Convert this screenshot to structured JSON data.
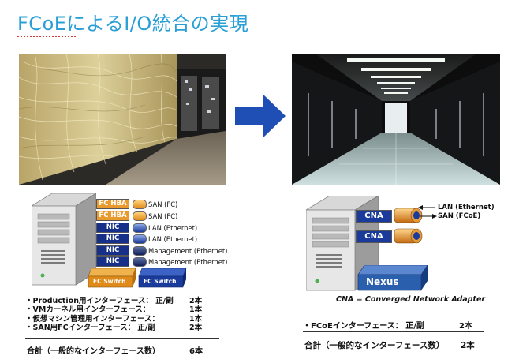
{
  "title": "FCoEによるI/O統合の実現",
  "left": {
    "hba_tags": [
      "FC HBA",
      "FC HBA"
    ],
    "nic_tags": [
      "NIC",
      "NIC",
      "NIC",
      "NIC"
    ],
    "port_labels": [
      "SAN (FC)",
      "SAN (FC)",
      "LAN (Ethernet)",
      "LAN (Ethernet)",
      "Management (Ethernet)",
      "Management (Ethernet)"
    ],
    "switch_labels": [
      "FC Switch",
      "FC Switch"
    ],
    "items": [
      {
        "label": "Production用インターフェース：  正/副",
        "count": "2本"
      },
      {
        "label": "VMカーネル用インターフェース：",
        "count": "1本"
      },
      {
        "label": "仮想マシン管理用インターフェース：",
        "count": "1本"
      },
      {
        "label": "SAN用FCインターフェース：  正/副",
        "count": "2本"
      }
    ],
    "total_label": "合計（一般的なインターフェース数）",
    "total_count": "6本"
  },
  "right": {
    "cna_tags": [
      "CNA",
      "CNA"
    ],
    "port_labels": [
      "LAN (Ethernet)",
      "SAN (FCoE)"
    ],
    "switch_label": "Nexus",
    "caption": "CNA = Converged Network Adapter",
    "item_label": "FCoEインターフェース：  正/副",
    "item_count": "2本",
    "total_label": "合計（一般的なインターフェース数）",
    "total_count": "2本"
  },
  "colors": {
    "title": "#2a9fd6",
    "arrow": "#1f4fb5",
    "fc_hba": "#e99a2c",
    "nic": "#16308a",
    "nexus": "#2a5fae"
  }
}
